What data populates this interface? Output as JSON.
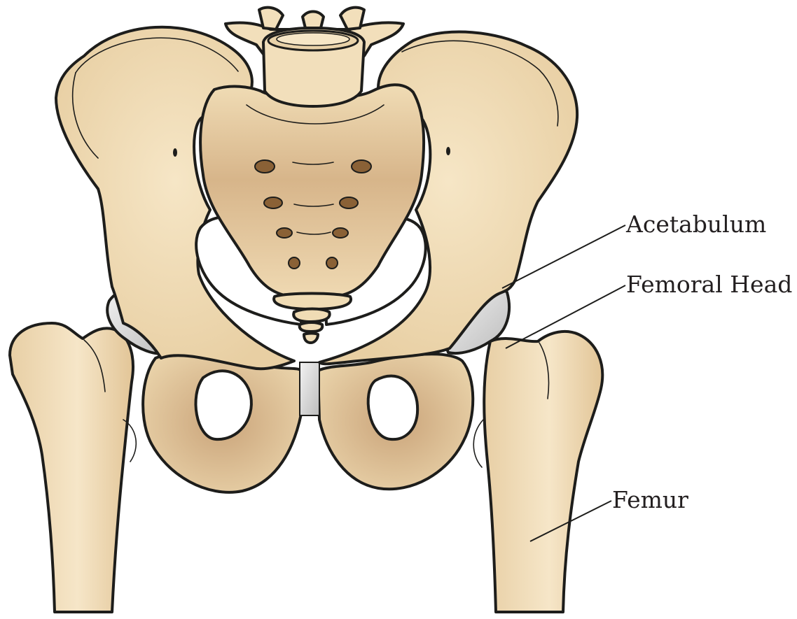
{
  "labels": {
    "acetabulum": "Acetabulum",
    "femoral_head": "Femoral Head",
    "femur": "Femur"
  },
  "colors": {
    "bone": "#f2dfbb",
    "bone_shadow": "#c9a47a",
    "cartilage": "#dcdcdc",
    "outline": "#1d1d1b",
    "background": "#ffffff"
  }
}
